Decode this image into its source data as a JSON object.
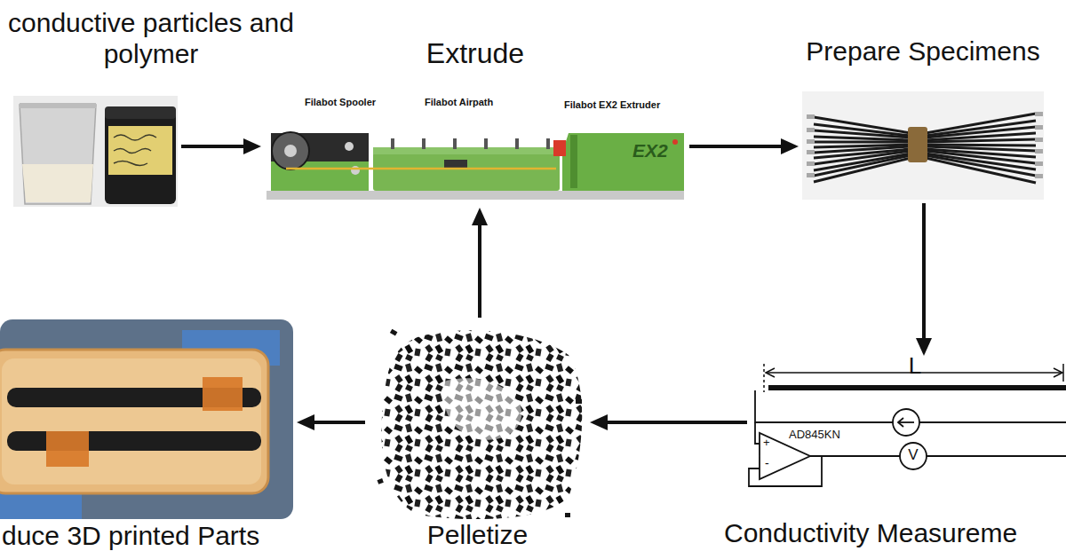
{
  "diagram": {
    "nodes": [
      {
        "text": [
          "conductive particles and polymer"
        ]
      },
      {
        "text": [
          "Extrude"
        ]
      },
      {
        "text": [
          "Prepare Specimens"
        ]
      },
      {
        "text": [
          "Conductivity Measureme"
        ]
      },
      {
        "text": [
          "Pelletize"
        ]
      },
      {
        "text": [
          "duce 3D printed Parts"
        ]
      }
    ],
    "edges": [
      {
        "from": 0,
        "to": 1,
        "arrow": "to"
      },
      {
        "from": 1,
        "to": 2,
        "arrow": "to"
      },
      {
        "from": 2,
        "to": 3,
        "arrow": "to"
      },
      {
        "from": 3,
        "to": 4,
        "arrow": "to"
      },
      {
        "from": 4,
        "to": 1,
        "arrow": "to"
      },
      {
        "from": 4,
        "to": 5,
        "arrow": "to"
      }
    ],
    "labels": [
      "Filabot Spooler",
      "Filabot Airpath",
      "Filabot EX2 Extruder",
      "EX2",
      "L",
      "AD845KN",
      "+",
      "-",
      "V"
    ]
  }
}
